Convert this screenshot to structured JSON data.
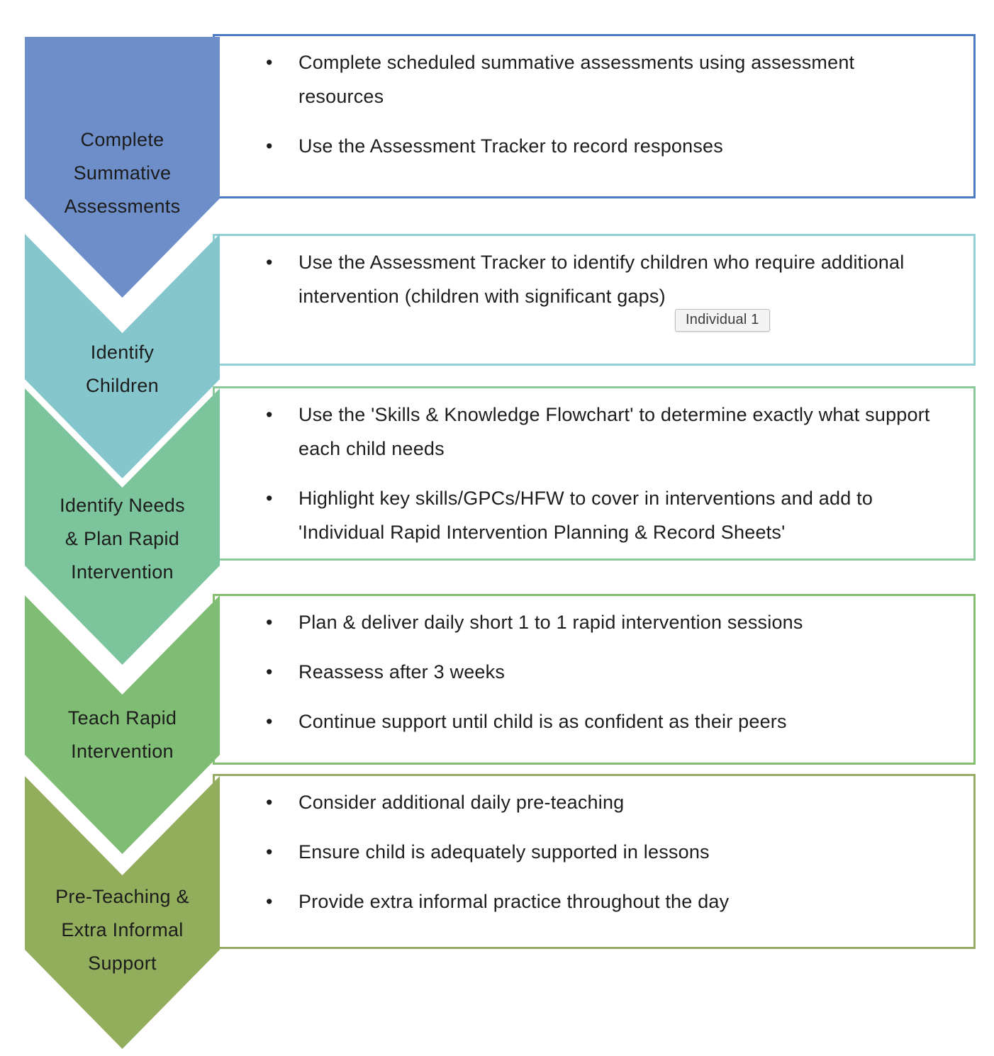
{
  "tooltip": {
    "label": "Individual 1"
  },
  "chevrons": [
    {
      "label": "Complete\nSummative\nAssessments",
      "color": "#6d8ec8"
    },
    {
      "label": "Identify\nChildren",
      "color": "#85c6cd"
    },
    {
      "label": "Identify Needs\n& Plan Rapid\nIntervention",
      "color": "#7cc49b"
    },
    {
      "label": "Teach Rapid\nIntervention",
      "color": "#80bd74"
    },
    {
      "label": "Pre-Teaching &\nExtra Informal\nSupport",
      "color": "#92ae5d"
    }
  ],
  "boxes": [
    {
      "border_color": "#4b7bc0",
      "bullets": [
        "Complete scheduled summative assessments using assessment resources",
        "Use the Assessment Tracker to record responses"
      ]
    },
    {
      "border_color": "#93d0d5",
      "bullets": [
        "Use the Assessment Tracker to identify children who require additional intervention (children with significant gaps)"
      ]
    },
    {
      "border_color": "#8bc99c",
      "bullets": [
        "Use the 'Skills & Knowledge Flowchart' to determine exactly what support each child needs",
        "Highlight key skills/GPCs/HFW to cover in interventions and add to 'Individual Rapid Intervention Planning & Record Sheets'"
      ]
    },
    {
      "border_color": "#84bf70",
      "bullets": [
        "Plan & deliver daily short 1 to 1 rapid intervention sessions",
        "Reassess after 3 weeks",
        "Continue support until child is as confident as their peers"
      ]
    },
    {
      "border_color": "#95ad62",
      "bullets": [
        "Consider additional daily pre-teaching",
        "Ensure child is adequately supported in lessons",
        "Provide extra informal practice throughout the day"
      ]
    }
  ]
}
